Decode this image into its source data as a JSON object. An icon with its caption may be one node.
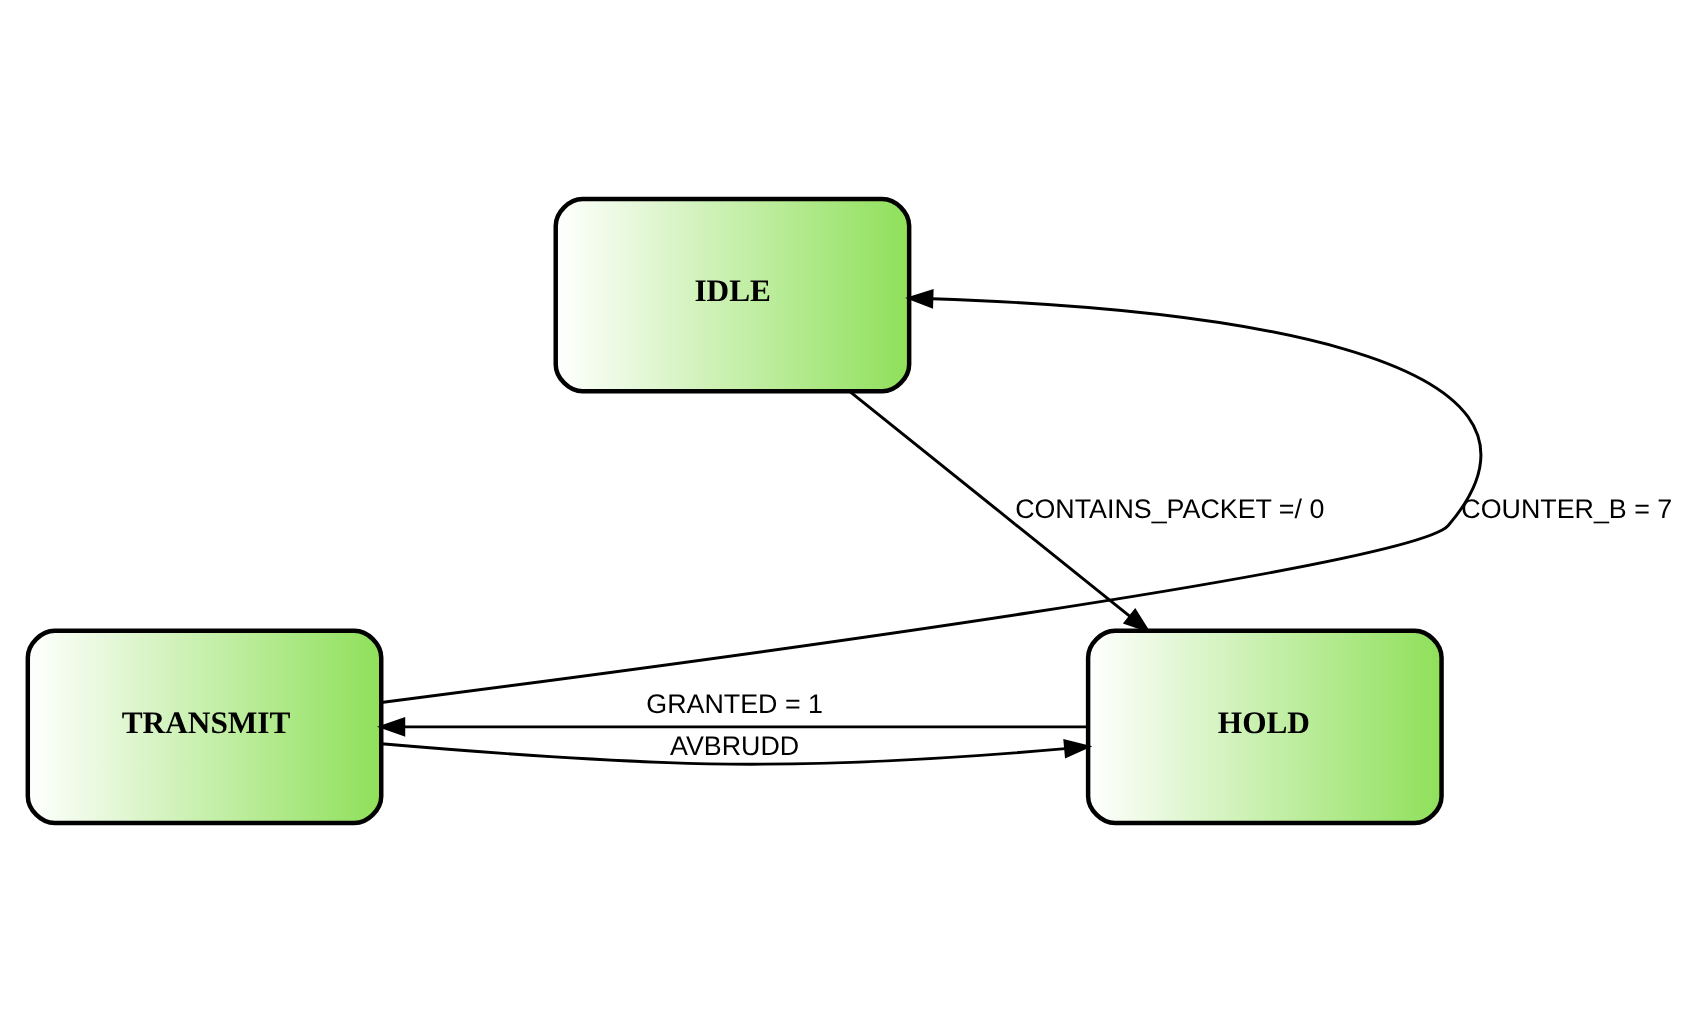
{
  "diagram": {
    "nodes": [
      {
        "text": [
          "IDLE"
        ]
      },
      {
        "text": [
          "TRANSMIT"
        ]
      },
      {
        "text": [
          "HOLD"
        ]
      }
    ],
    "edges": [
      {
        "from": 1,
        "to": 0,
        "arrow": "to",
        "label": "COUNTER_B = 7"
      },
      {
        "from": 0,
        "to": 2,
        "arrow": "to",
        "label": "CONTAINS_PACKET =/ 0"
      },
      {
        "from": 1,
        "to": 2,
        "arrow": "to",
        "label": "AVBRUDD"
      },
      {
        "from": 2,
        "to": 1,
        "arrow": "to",
        "label": "GRANTED = 1"
      }
    ]
  }
}
